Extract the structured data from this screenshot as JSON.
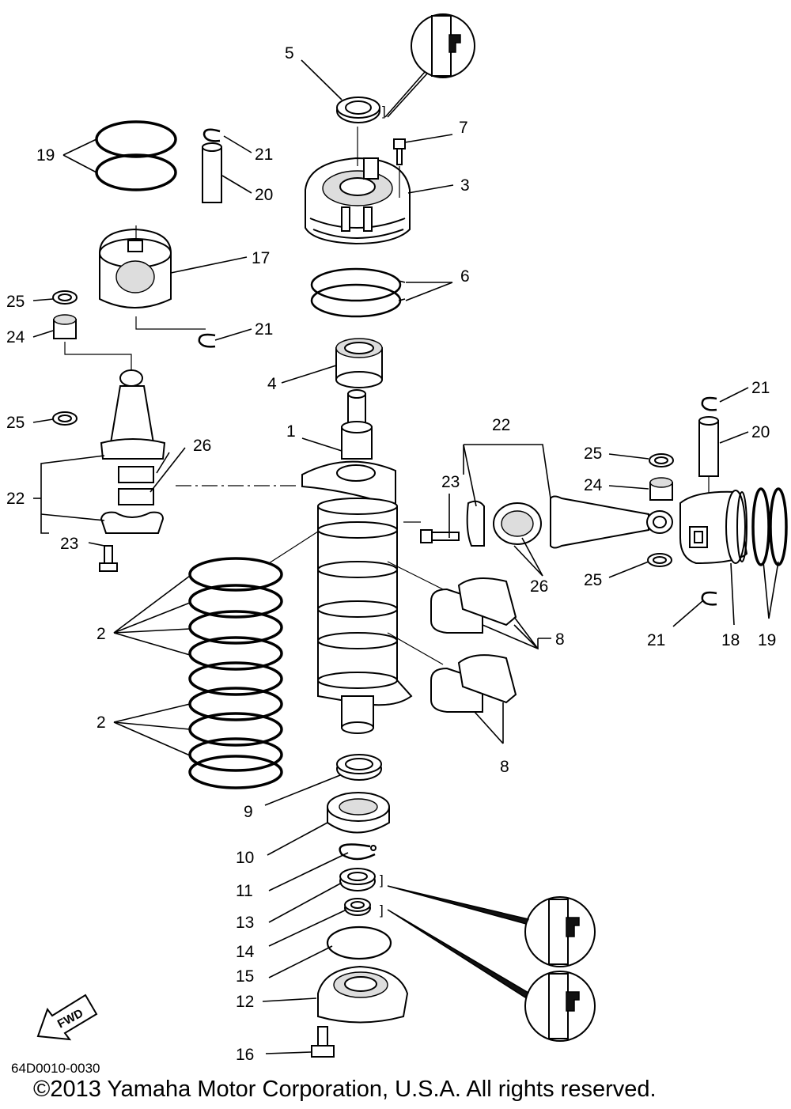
{
  "diagram_code": "64D0010-0030",
  "copyright": "©2013 Yamaha Motor Corporation, U.S.A. All rights reserved.",
  "fwd_label": "FWD",
  "labels": {
    "p1": "1",
    "p2a": "2",
    "p2b": "2",
    "p3": "3",
    "p4": "4",
    "p5": "5",
    "p6": "6",
    "p7": "7",
    "p8a": "8",
    "p8b": "8",
    "p9": "9",
    "p10": "10",
    "p11": "11",
    "p12": "12",
    "p13": "13",
    "p14": "14",
    "p15": "15",
    "p16": "16",
    "p17": "17",
    "p18": "18",
    "p19a": "19",
    "p19b": "19",
    "p20a": "20",
    "p20b": "20",
    "p21a": "21",
    "p21b": "21",
    "p21c": "21",
    "p21d": "21",
    "p22a": "22",
    "p22b": "22",
    "p23a": "23",
    "p23b": "23",
    "p24a": "24",
    "p24b": "24",
    "p25a": "25",
    "p25b": "25",
    "p25c": "25",
    "p25d": "25",
    "p26a": "26",
    "p26b": "26"
  },
  "icons": [
    "grease-callout-icon",
    "fwd-arrow-icon"
  ]
}
